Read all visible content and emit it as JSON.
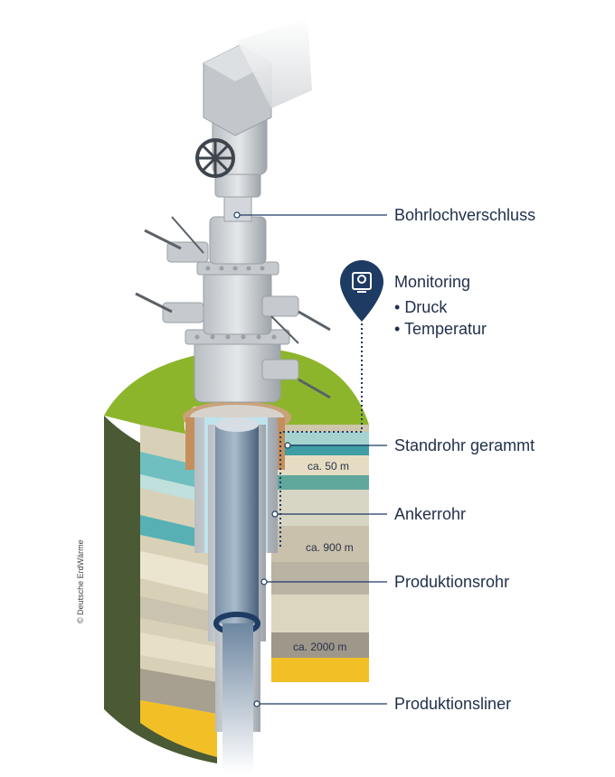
{
  "labels": {
    "wellhead": "Bohrlochverschluss",
    "monitoring_title": "Monitoring",
    "monitoring_items": [
      "Druck",
      "Temperatur"
    ],
    "standrohr": "Standrohr gerammt",
    "ankerrohr": "Ankerrohr",
    "produktionsrohr": "Produktionsrohr",
    "produktionsliner": "Produktionsliner"
  },
  "depths": [
    "ca. 50 m",
    "ca. 900 m",
    "ca. 2000 m"
  ],
  "copyright": "© Deutsche ErdWärme",
  "icons": {
    "monitoring": "map-pin-monitor-icon",
    "valve": "handwheel-icon"
  },
  "colors": {
    "navy": "#1e3b63",
    "grass": "#8db52b",
    "soil_dark": "#4a5a34",
    "yellow": "#f2c026",
    "teal": "#57b1b4",
    "pipe": "#5e7690"
  }
}
